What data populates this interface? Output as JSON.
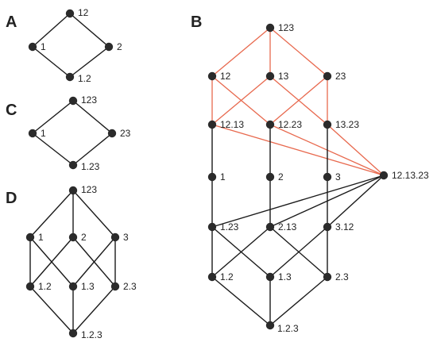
{
  "panels": {
    "A": {
      "letter": "A",
      "labels": {
        "a_top": "12",
        "a_left": "1",
        "a_right": "2",
        "a_bottom": "1.2"
      }
    },
    "C": {
      "letter": "C",
      "labels": {
        "c_top": "123",
        "c_left": "1",
        "c_right": "23",
        "c_bottom": "1.23"
      }
    },
    "D": {
      "letter": "D",
      "labels": {
        "d_top": "123",
        "d_m1": "1",
        "d_m2": "2",
        "d_m3": "3",
        "d_l12": "1.2",
        "d_l13": "1.3",
        "d_l23": "2.3",
        "d_bottom": "1.2.3"
      }
    },
    "B": {
      "letter": "B",
      "labels": {
        "b_123": "123",
        "b_12": "12",
        "b_13": "13",
        "b_23": "23",
        "b_12_13": "12.13",
        "b_12_23": "12.23",
        "b_13_23": "13.23",
        "b_1": "1",
        "b_2": "2",
        "b_3": "3",
        "b_12_13_23": "12.13.23",
        "b_1_23": "1.23",
        "b_2_13": "2.13",
        "b_3_12": "3.12",
        "b_1_2": "1.2",
        "b_1_3": "1.3",
        "b_2_3": "2.3",
        "b_1_2_3": "1.2.3"
      }
    }
  },
  "colors": {
    "node": "#2b2b2b",
    "edge": "#1a1a1a",
    "highlight_edge": "#e8694e"
  }
}
